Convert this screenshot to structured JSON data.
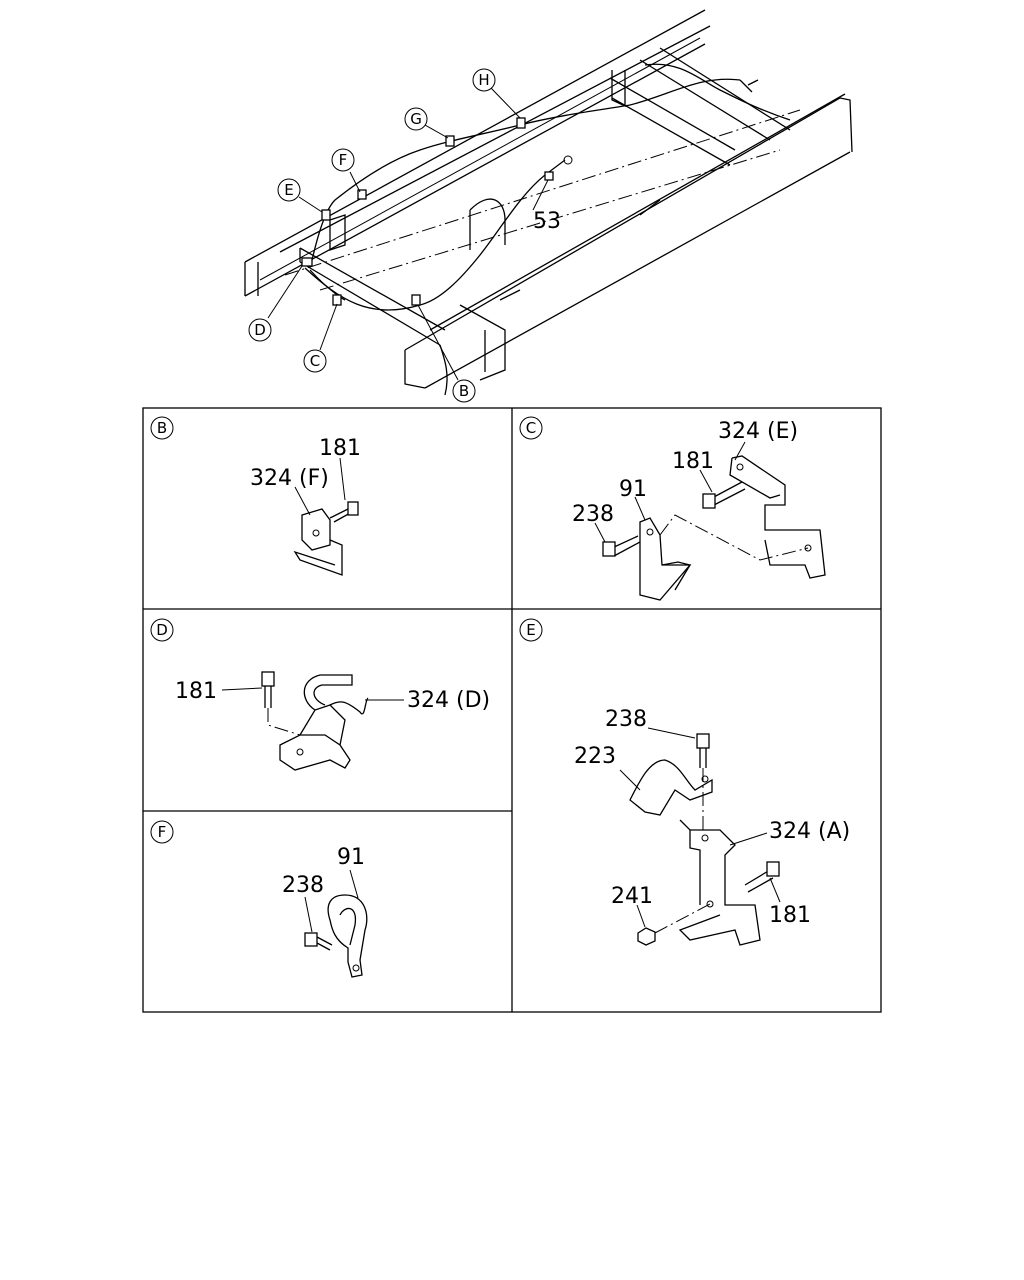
{
  "overview": {
    "callouts": [
      "H",
      "G",
      "F",
      "E",
      "D",
      "C",
      "B"
    ],
    "part_53": "53"
  },
  "panels": {
    "B": {
      "letter": "B",
      "labels": [
        "181",
        "324 (F)"
      ]
    },
    "C": {
      "letter": "C",
      "labels": [
        "324 (E)",
        "181",
        "91",
        "238"
      ]
    },
    "D": {
      "letter": "D",
      "labels": [
        "181",
        "324 (D)"
      ]
    },
    "E": {
      "letter": "E",
      "labels": [
        "238",
        "223",
        "324 (A)",
        "241",
        "181"
      ]
    },
    "F": {
      "letter": "F",
      "labels": [
        "91",
        "238"
      ]
    }
  }
}
